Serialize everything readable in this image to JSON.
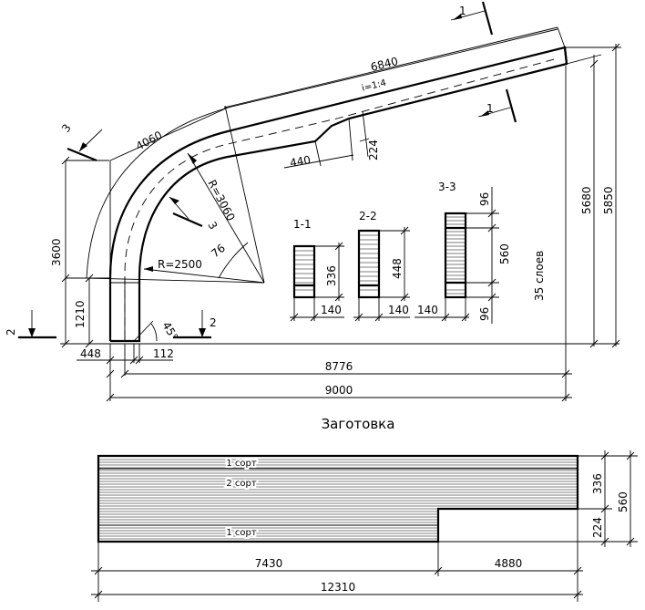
{
  "frame": {
    "section_mark_1": "1",
    "section_mark_2": "2",
    "section_mark_3": "3",
    "dim_6840": "6840",
    "slope": "i=1:4",
    "dim_4060": "4060",
    "dim_224_top": "224",
    "dim_440": "440",
    "radius_outer": "R=3060",
    "radius_inner": "R=2500",
    "angle_76": "76",
    "angle_45": "45°",
    "dim_3600": "3600",
    "dim_1210": "1210",
    "dim_448": "448",
    "dim_112": "112",
    "dim_8776": "8776",
    "dim_9000": "9000",
    "dim_5680": "5680",
    "dim_5850": "5850"
  },
  "sections": {
    "s11": {
      "label": "1-1",
      "height": "336",
      "width": "140"
    },
    "s22": {
      "label": "2-2",
      "height": "448",
      "width": "140"
    },
    "s33": {
      "label": "3-3",
      "top": "96",
      "middle": "560",
      "bottom": "96",
      "width": "140"
    },
    "layers": "35 слоев"
  },
  "blank": {
    "title": "Заготовка",
    "grade_top": "1  сорт",
    "grade_mid": "2  сорт",
    "grade_bot": "1  сорт",
    "dim_336": "336",
    "dim_224": "224",
    "dim_560": "560",
    "dim_7430": "7430",
    "dim_4880": "4880",
    "dim_12310": "12310"
  }
}
